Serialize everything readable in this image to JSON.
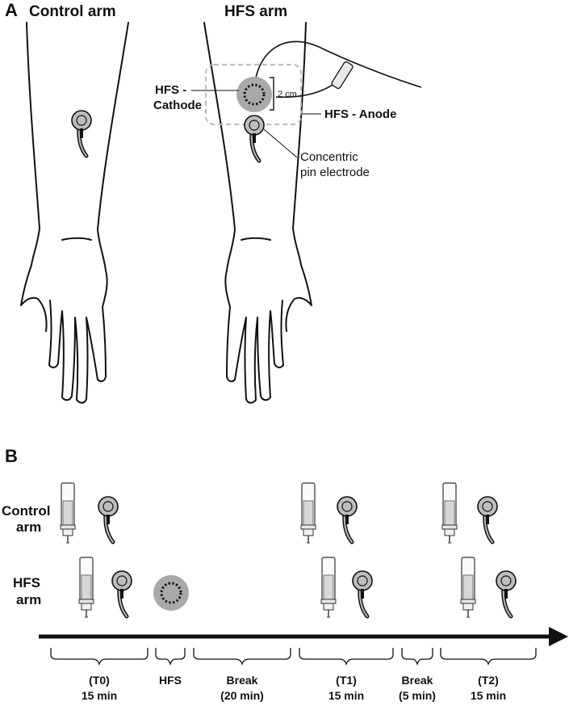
{
  "panel_a": {
    "letter": "A",
    "left_title": "Control arm",
    "right_title": "HFS arm",
    "cathode_line1": "HFS -",
    "cathode_line2": "Cathode",
    "scale_label": "2 cm",
    "anode_label": "HFS - Anode",
    "pin_line1": "Concentric",
    "pin_line2": "pin electrode"
  },
  "panel_b": {
    "letter": "B",
    "row1_line1": "Control",
    "row1_line2": "arm",
    "row2_line1": "HFS",
    "row2_line2": "arm",
    "phases": [
      {
        "line1": "(T0)",
        "line2": "15 min"
      },
      {
        "line1": "HFS",
        "line2": ""
      },
      {
        "line1": "Break",
        "line2": "(20 min)"
      },
      {
        "line1": "(T1)",
        "line2": "15 min"
      },
      {
        "line1": "Break",
        "line2": "(5 min)"
      },
      {
        "line1": "(T2)",
        "line2": "15 min"
      }
    ]
  },
  "colors": {
    "electrode_fill": "#bdbdbd",
    "hfs_disc_fill": "#a9a9a9",
    "dashed_box": "#bbbbbb",
    "ink": "#111111"
  }
}
